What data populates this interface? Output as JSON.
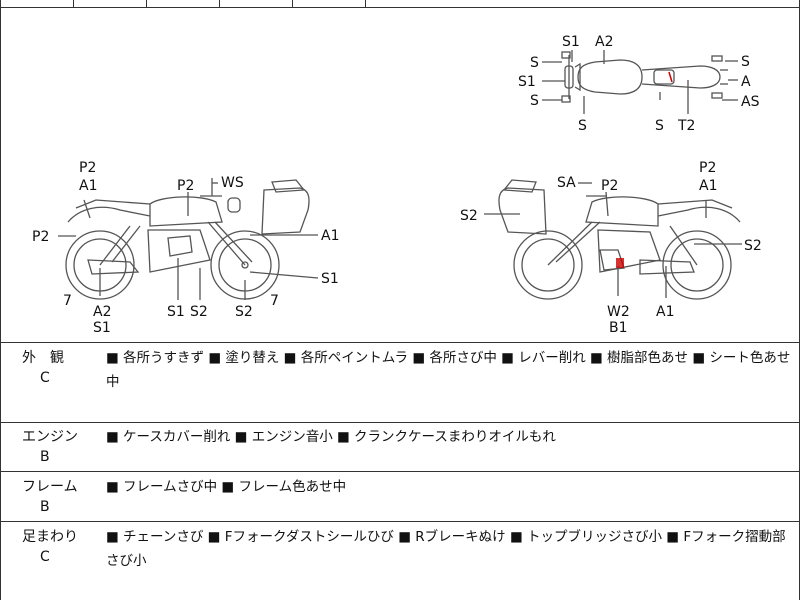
{
  "diagram_labels": {
    "top": {
      "s_upper": "S",
      "s1_left": "S1",
      "s_lower": "S",
      "s1_top": "S1",
      "a2_top": "A2",
      "s_bottom": "S",
      "s_bottom2": "S",
      "t2": "T2",
      "s_right": "S",
      "a_right": "A",
      "as_right": "AS"
    },
    "left": {
      "p2_top": "P2",
      "a1_top": "A1",
      "p2_tank": "P2",
      "ws": "WS",
      "p2_fender": "P2",
      "a1_right": "A1",
      "s1_right": "S1",
      "seven_left": "7",
      "a2": "A2",
      "s1_bot": "S1",
      "s1_mid": "S1",
      "s2_mid": "S2",
      "s2_bot": "S2",
      "seven_right": "7"
    },
    "right": {
      "sa": "SA",
      "p2_tank": "P2",
      "p2_top": "P2",
      "a1_top": "A1",
      "s2_left": "S2",
      "s2_right": "S2",
      "w2": "W2",
      "b1": "B1",
      "a1_bot": "A1"
    }
  },
  "sections": [
    {
      "label": "外　観",
      "grade": "C",
      "text": "■ 各所うすきず ■ 塗り替え ■ 各所ペイントムラ ■ 各所さび中 ■ レバー削れ ■ 樹脂部色あせ ■ シート色あせ中"
    },
    {
      "label": "エンジン",
      "grade": "B",
      "text": "■ ケースカバー削れ ■ エンジン音小 ■ クランクケースまわりオイルもれ"
    },
    {
      "label": "フレーム",
      "grade": "B",
      "text": "■ フレームさび中 ■ フレーム色あせ中"
    },
    {
      "label": "足まわり",
      "grade": "C",
      "text": "■ チェーンさび ■ Fフォークダストシールひび ■ Rブレーキぬけ ■ トップブリッジさび小 ■ Fフォーク摺動部さび小"
    }
  ]
}
